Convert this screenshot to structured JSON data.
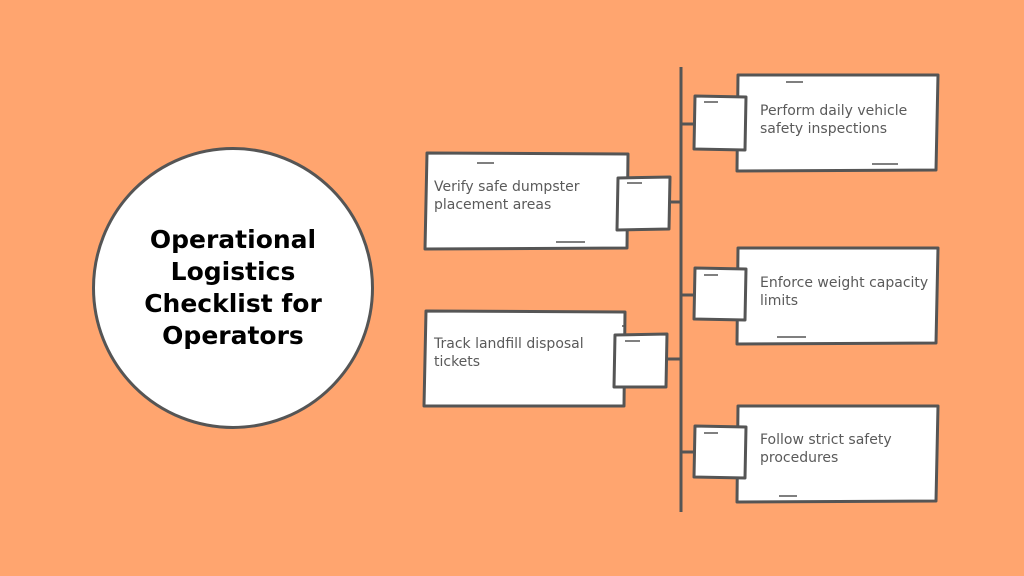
{
  "colors": {
    "background": "#FFA56F",
    "box_fill": "#FFFFFF",
    "stroke": "#555555",
    "title_text": "#000000",
    "label_text": "#5A5A5A"
  },
  "title": "Operational Logistics Checklist for Operators",
  "checklist": {
    "left": [
      {
        "label": "Verify safe dumpster placement areas"
      },
      {
        "label": "Track landfill disposal tickets"
      }
    ],
    "right": [
      {
        "label": "Perform daily vehicle safety inspections"
      },
      {
        "label": "Enforce weight capacity limits"
      },
      {
        "label": "Follow strict safety procedures"
      }
    ]
  }
}
